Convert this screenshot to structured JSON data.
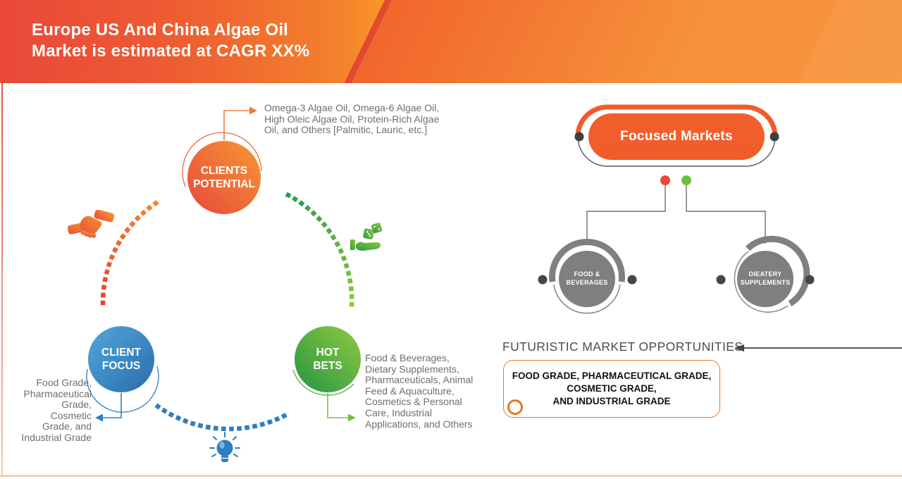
{
  "header": {
    "title": "Europe US And China Algae Oil\nMarket is estimated at CAGR XX%"
  },
  "cycle": {
    "clients_potential": {
      "label": "CLIENTS\nPOTENTIAL",
      "description": "Omega-3 Algae Oil, Omega-6 Algae Oil,\nHigh Oleic Algae Oil, Protein-Rich Algae\nOil, and Others [Palmitic, Lauric, etc.]"
    },
    "client_focus": {
      "label": "CLIENT\nFOCUS",
      "description": "Food Grade,\nPharmaceutical\nGrade, Cosmetic\nGrade, and\nIndustrial Grade"
    },
    "hot_bets": {
      "label": "HOT\nBETS",
      "description": "Food & Beverages,\nDietary Supplements,\nPharmaceuticals, Animal\nFeed & Aquaculture,\nCosmetics & Personal\nCare, Industrial\nApplications, and Others"
    }
  },
  "icons": {
    "left": "handshake-icon",
    "right": "hand-dice-icon",
    "bottom": "lightbulb-icon"
  },
  "focused_markets": {
    "title": "Focused Markets",
    "nodes": [
      {
        "label": "FOOD &\nBEVERAGES"
      },
      {
        "label": "DIEATERY\nSUPPLEMENTS"
      }
    ]
  },
  "opportunities": {
    "heading": "FUTURISTIC MARKET OPPORTUNITIES",
    "box_text": "FOOD GRADE, PHARMACEUTICAL GRADE,\nCOSMETIC GRADE,\nAND INDUSTRIAL GRADE"
  },
  "colors": {
    "header_gradient_start": "#E9483A",
    "header_gradient_end": "#F5913A",
    "orange": "#F15B2B",
    "orange_light": "#F79433",
    "red_orange": "#E8503A",
    "blue": "#2E7EBF",
    "blue_light": "#4FA4D8",
    "green": "#2E9B44",
    "green_light": "#8CC63F",
    "gray_node": "#7F7F7F",
    "dark_dot": "#454545",
    "text_gray": "#6D6E71",
    "red_dot": "#E8493C",
    "green_dot": "#6FBE44"
  }
}
